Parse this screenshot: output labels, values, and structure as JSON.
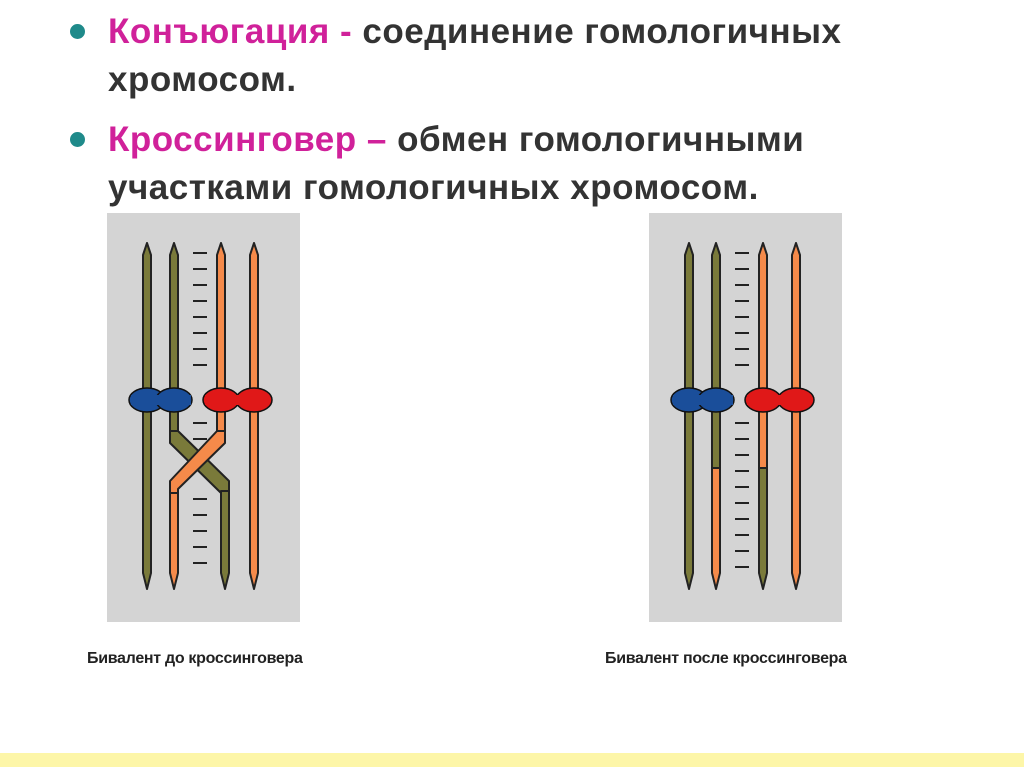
{
  "bullets": [
    {
      "term": "Конъюгация",
      "sep": " - ",
      "line1_rest": "соединение гомологичных",
      "line2": "хромосом."
    },
    {
      "term": "Кроссинговер",
      "sep": " – ",
      "line1_rest": "обмен гомологичными",
      "line2": "участками гомологичных хромосом."
    }
  ],
  "figures": [
    {
      "caption": "Бивалент до кроссинговера",
      "state": "before crossing over"
    },
    {
      "caption": "Бивалент после кроссинговера",
      "state": "after crossing over"
    }
  ],
  "colors": {
    "term": "#d0219a",
    "bullet_dot": "#1f8a8a",
    "olive_chromatid": "#7a7a3a",
    "orange_chromatid": "#f58a4a",
    "blue_centromere": "#1a4e9a",
    "red_centromere": "#e01818",
    "panel_bg": "#d4d4d4",
    "footer_band": "#fdf6a8"
  },
  "icons": [
    "bullet-dot-icon",
    "bullet-dot-icon"
  ]
}
